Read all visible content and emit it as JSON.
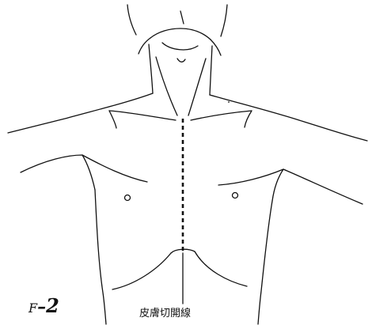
{
  "figure": {
    "label_letter": "F",
    "label_dash": "–",
    "label_number": "2",
    "annotation": "皮膚切開線"
  },
  "colors": {
    "ink": "#111111",
    "background": "#ffffff"
  }
}
